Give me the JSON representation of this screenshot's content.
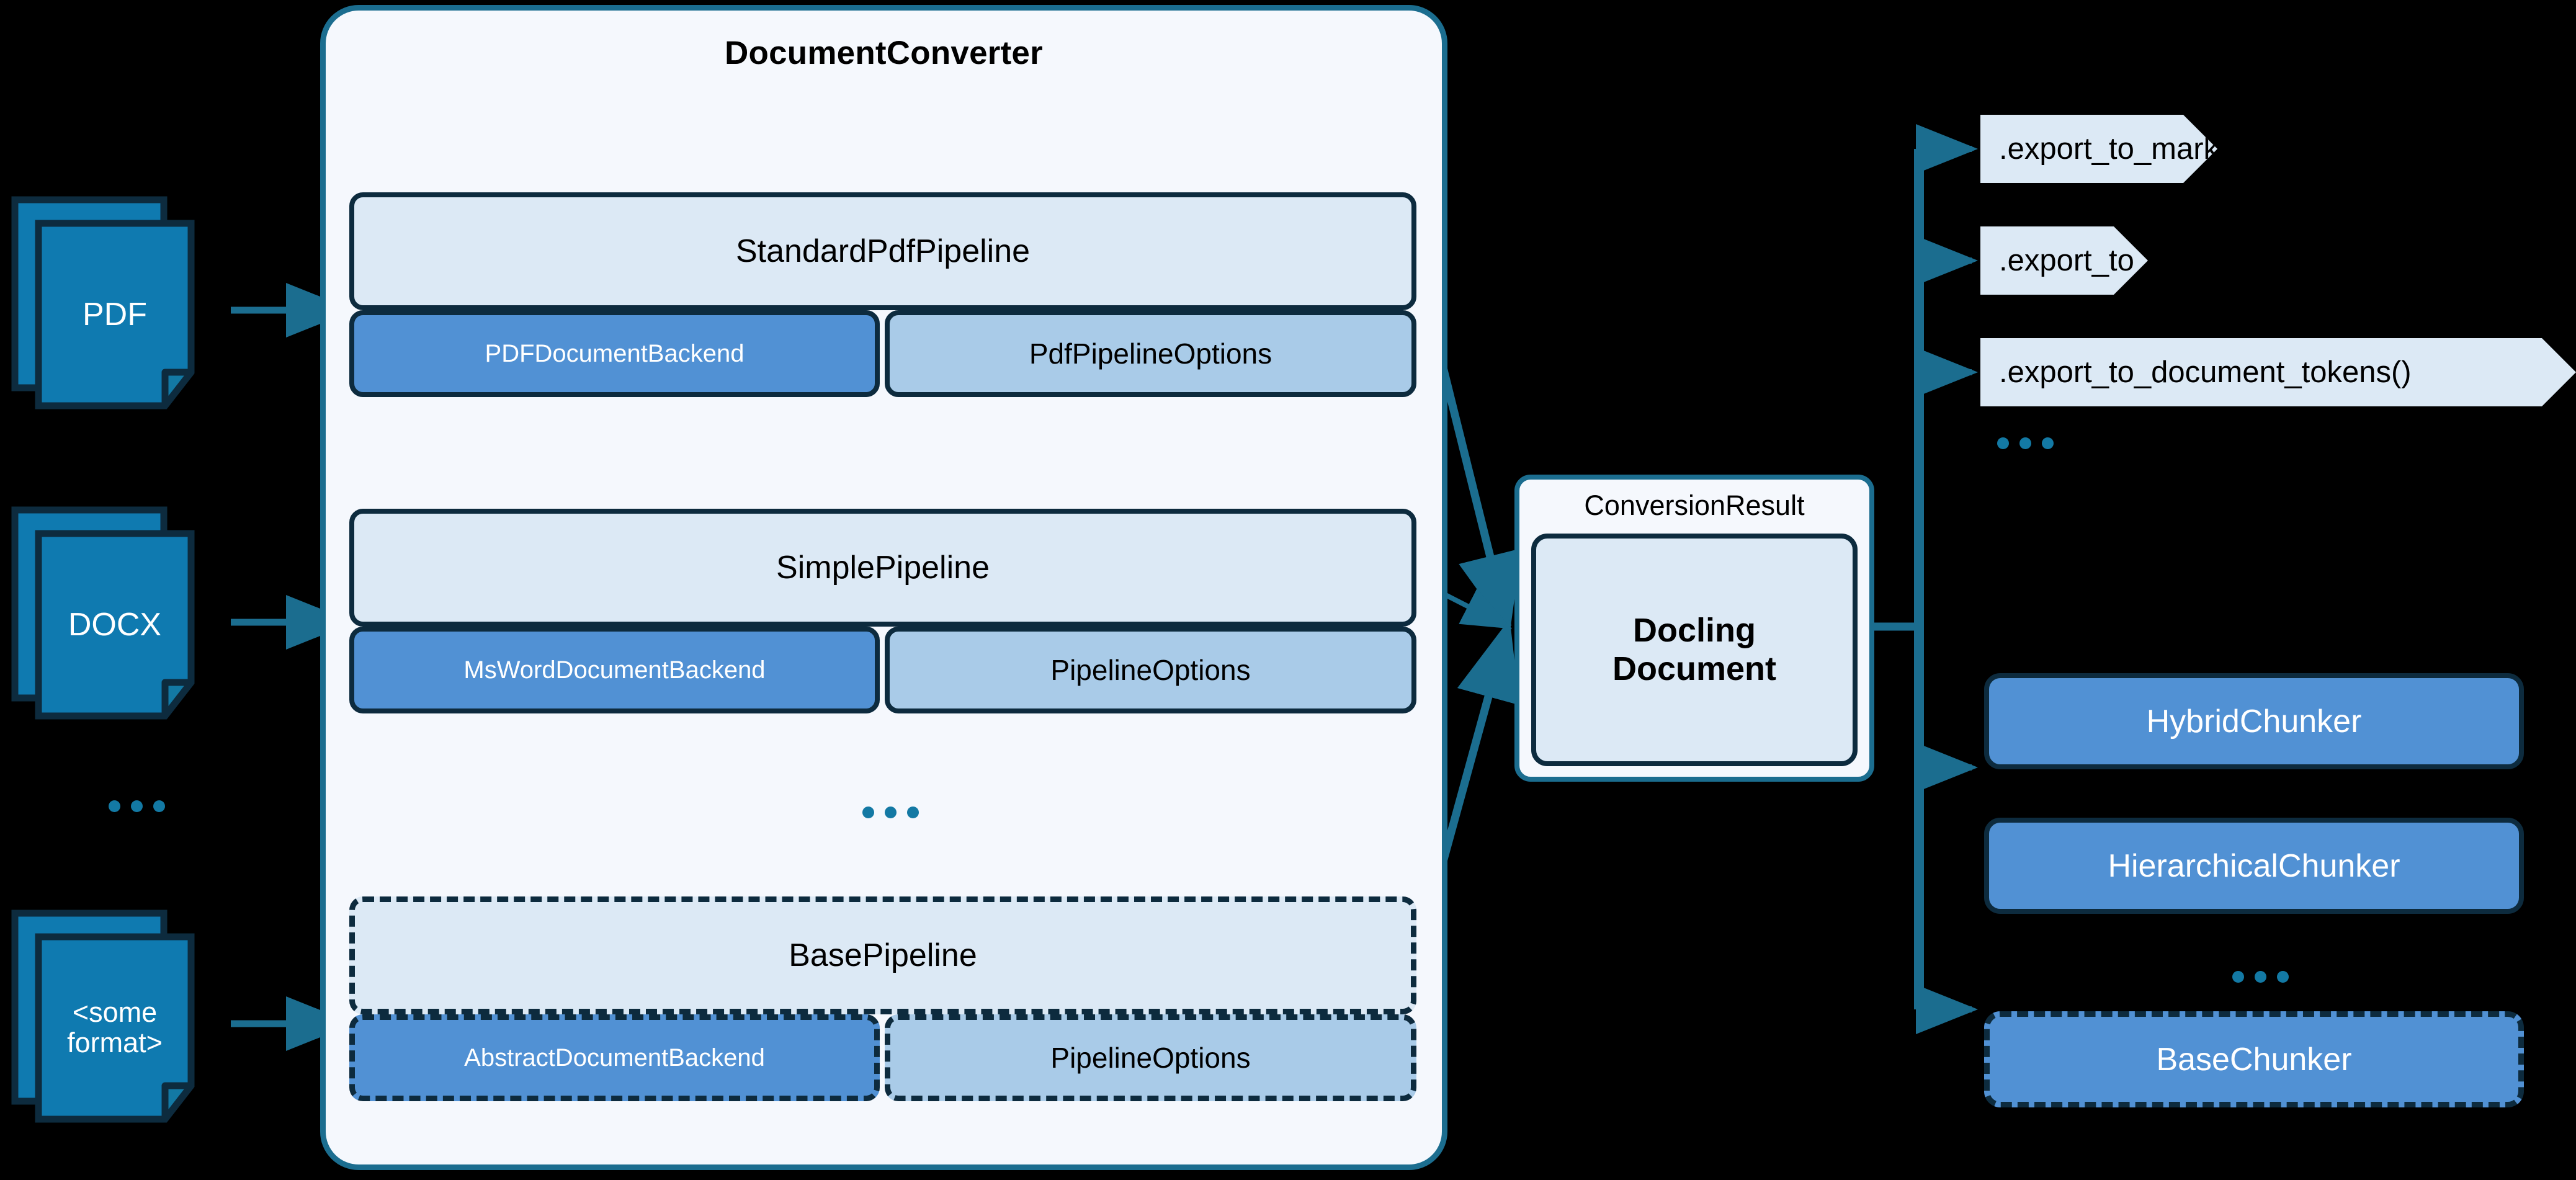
{
  "converter": {
    "title": "DocumentConverter",
    "ellipsis": "...",
    "pipelines": [
      {
        "name": "StandardPdfPipeline",
        "backend": "PDFDocumentBackend",
        "options": "PdfPipelineOptions",
        "abstract": false
      },
      {
        "name": "SimplePipeline",
        "backend": "MsWordDocumentBackend",
        "options": "PipelineOptions",
        "abstract": false
      },
      {
        "name": "BasePipeline",
        "backend": "AbstractDocumentBackend",
        "options": "PipelineOptions",
        "abstract": true
      }
    ]
  },
  "inputs": [
    {
      "label": "PDF",
      "icon": "document-stack-icon"
    },
    {
      "label": "DOCX",
      "icon": "document-stack-icon"
    },
    {
      "label_line1": "<some",
      "label_line2": "format>",
      "icon": "document-stack-icon"
    }
  ],
  "inputs_ellipsis": "...",
  "result": {
    "label": "ConversionResult",
    "document_line1": "Docling",
    "document_line2": "Document"
  },
  "exports": [
    {
      "label": ".export_to_markdown()"
    },
    {
      "label": ".export_to_dict()"
    },
    {
      "label": ".export_to_document_tokens()"
    }
  ],
  "exports_ellipsis": "...",
  "chunkers": [
    {
      "label": "HybridChunker",
      "abstract": false
    },
    {
      "label": "HierarchicalChunker",
      "abstract": false
    },
    {
      "label": "BaseChunker",
      "abstract": true
    }
  ],
  "chunkers_ellipsis": "...",
  "colors": {
    "background": "#000000",
    "container_fill": "#f5f8fd",
    "container_border": "#1b6d8f",
    "pipeline_header_fill": "#dce9f5",
    "backend_fill": "#5191d4",
    "options_fill": "#a9cbe8",
    "box_border": "#0d2b3e",
    "doc_icon_fill": "#0f7ab0",
    "arrow": "#1b6d8f",
    "dots": "#1379a4"
  }
}
